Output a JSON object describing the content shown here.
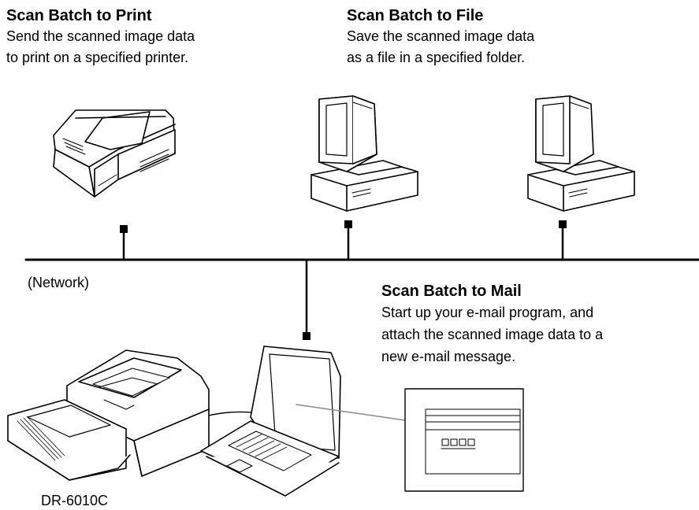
{
  "print": {
    "title": "Scan Batch to Print",
    "line1": "Send the scanned image data",
    "line2": "to print on a specified printer."
  },
  "file": {
    "title": "Scan Batch to File",
    "line1": "Save the scanned image data",
    "line2": "as a file in a specified folder."
  },
  "mail": {
    "title": "Scan Batch to Mail",
    "line1": "Start up your e-mail program, and",
    "line2": "attach the scanned image data to a",
    "line3": "new e-mail message."
  },
  "network_label": "(Network)",
  "scanner_label": "DR-6010C",
  "icons": [
    "printer-icon",
    "computer-icon",
    "computer-icon",
    "laptop-icon",
    "scanner-icon",
    "email-window-icon"
  ]
}
